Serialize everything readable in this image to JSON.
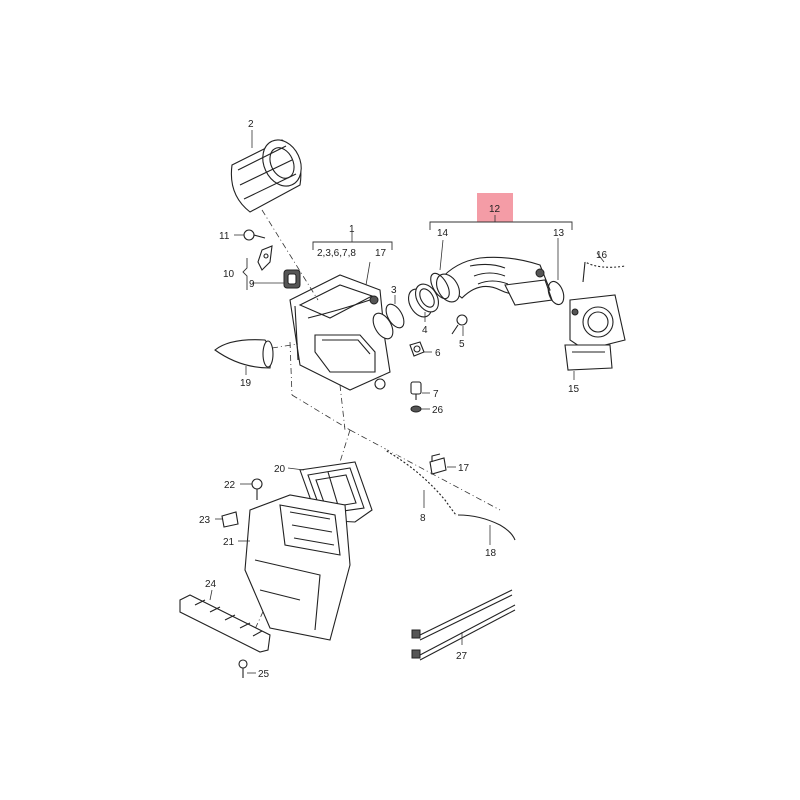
{
  "labels": {
    "p1": "1",
    "p1_sub": "2,3,6,7,8",
    "p1_sub2": "17",
    "p2": "2",
    "p3": "3",
    "p4": "4",
    "p5": "5",
    "p6": "6",
    "p7": "7",
    "p8": "8",
    "p9": "9",
    "p10": "10",
    "p11": "11",
    "p12": "12",
    "p13": "13",
    "p14": "14",
    "p15": "15",
    "p16": "16",
    "p17": "17",
    "p18": "18",
    "p19": "19",
    "p20": "20",
    "p21": "21",
    "p22": "22",
    "p23": "23",
    "p24": "24",
    "p25": "25",
    "p26": "26",
    "p27": "27"
  },
  "highlight_color": "#f28b96"
}
